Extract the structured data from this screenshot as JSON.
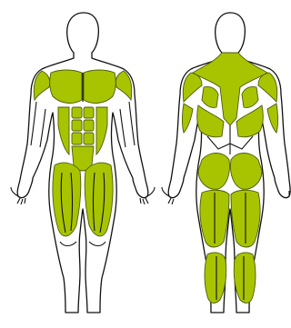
{
  "colors": {
    "highlight": "#a8c400",
    "highlight_edge": "#4d5a0a",
    "outline": "#111111",
    "background": "#ffffff"
  },
  "figures": [
    {
      "view": "front",
      "highlighted_muscles": [
        "shoulders",
        "chest",
        "abdominals",
        "quadriceps",
        "adductors"
      ]
    },
    {
      "view": "back",
      "highlighted_muscles": [
        "trapezius",
        "rear-shoulders",
        "upper-back",
        "lats",
        "glutes",
        "hamstrings",
        "calves"
      ]
    }
  ]
}
